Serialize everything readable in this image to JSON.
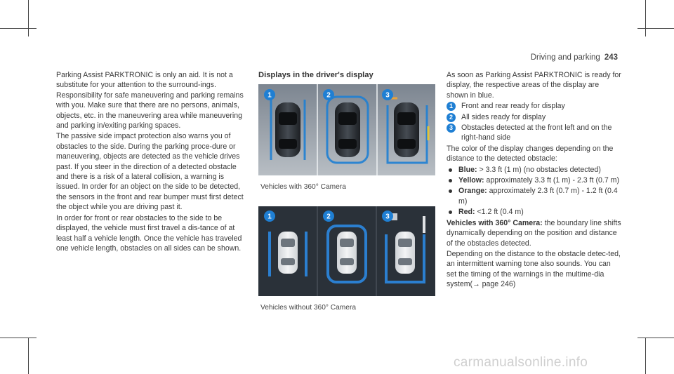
{
  "header": {
    "title": "Driving and parking",
    "page": "243"
  },
  "column1": {
    "paragraphs": [
      "Parking Assist PARKTRONIC is only an aid. It is not a substitute for your attention to the surround-ings. Responsibility for safe maneuvering and parking remains with you. Make sure that there are no persons, animals, objects, etc. in the maneuvering area while maneuvering and parking in/exiting parking spaces.",
      "The passive side impact protection also warns you of obstacles to the side. During the parking proce-dure or maneuvering, objects are detected as the vehicle drives past. If you steer in the direction of a detected obstacle and there is a risk of a lateral collision, a warning is issued. In order for an object on the side to be detected, the sensors in the front and rear bumper must first detect the object while you are driving past it.",
      "In order for front or rear obstacles to the side to be displayed, the vehicle must first travel a dis-tance of at least half a vehicle length. Once the vehicle has traveled one vehicle length, obstacles on all sides can be shown."
    ]
  },
  "column2": {
    "title": "Displays in the driver's display",
    "figure1": {
      "caption": "Vehicles with 360° Camera",
      "badges": [
        "1",
        "2",
        "3"
      ]
    },
    "figure2": {
      "caption": "Vehicles without 360° Camera",
      "badges": [
        "1",
        "2",
        "3"
      ]
    }
  },
  "column3": {
    "intro": "As soon as Parking Assist PARKTRONIC is ready for display, the respective areas of the display are shown in blue.",
    "numbered": [
      {
        "n": "1",
        "text": "Front and rear ready for display"
      },
      {
        "n": "2",
        "text": "All sides ready for display"
      },
      {
        "n": "3",
        "text": "Obstacles detected at the front left and on the right-hand side"
      }
    ],
    "color_intro": "The color of the display changes depending on the distance to the detected obstacle:",
    "bullets": [
      {
        "label": "Blue:",
        "text": "> 3.3 ft (1 m) (no obstacles detected)"
      },
      {
        "label": "Yellow:",
        "text": "approximately 3.3 ft (1 m) - 2.3 ft (0.7 m)"
      },
      {
        "label": "Orange:",
        "text": "approximately 2.3 ft (0.7 m) - 1.2 ft (0.4 m)"
      },
      {
        "label": "Red:",
        "text": "<1.2 ft (0.4 m)"
      }
    ],
    "camera_label": "Vehicles with 360° Camera:",
    "camera_text": "the boundary line shifts dynamically depending on the position and distance of the obstacles detected.",
    "final": "Depending on the distance to the obstacle detec-ted, an intermittent warning tone also sounds. You can set the timing of the warnings in the multime-dia system(→ page 246)"
  },
  "watermark": "carmanualsonline.info",
  "colors": {
    "badge_blue": "#1f7fd3",
    "display_dark": "#2a3139"
  }
}
